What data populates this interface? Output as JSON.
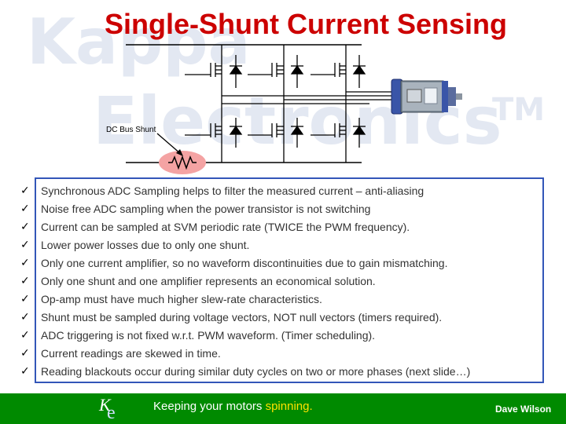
{
  "slide": {
    "title": "Single-Shunt Current Sensing",
    "watermark_top": "Kappa",
    "watermark_bottom": "Electronics",
    "watermark_mark": "TM",
    "shunt_label": "DC Bus Shunt"
  },
  "colors": {
    "title": "#cc0000",
    "border": "#3356b8",
    "footer": "#008a00",
    "accent": "#ffe100",
    "shunt_highlight": "#f4a3a3"
  },
  "bullets": [
    "Synchronous ADC Sampling helps to filter the measured current – anti-aliasing",
    "Noise free ADC sampling  when the power transistor is not switching",
    "Current can be sampled at SVM periodic rate (TWICE the PWM frequency).",
    "Lower power losses due to only one shunt.",
    "Only one current amplifier, so no waveform discontinuities due to gain mismatching.",
    "Only one shunt and one amplifier represents an economical solution.",
    "Op-amp must have much higher slew-rate characteristics.",
    "Shunt must be sampled during voltage vectors, NOT null vectors (timers required).",
    "ADC triggering is not fixed w.r.t. PWM waveform.  (Timer scheduling).",
    "Current readings are skewed in time.",
    "Reading blackouts occur during similar duty cycles on two or more phases (next slide…)"
  ],
  "check_glyph": "✓",
  "footer": {
    "logo_k": "K",
    "logo_e": "e",
    "tagline_main": "Keeping your motors ",
    "tagline_accent": "spinning.",
    "author": "Dave Wilson"
  }
}
